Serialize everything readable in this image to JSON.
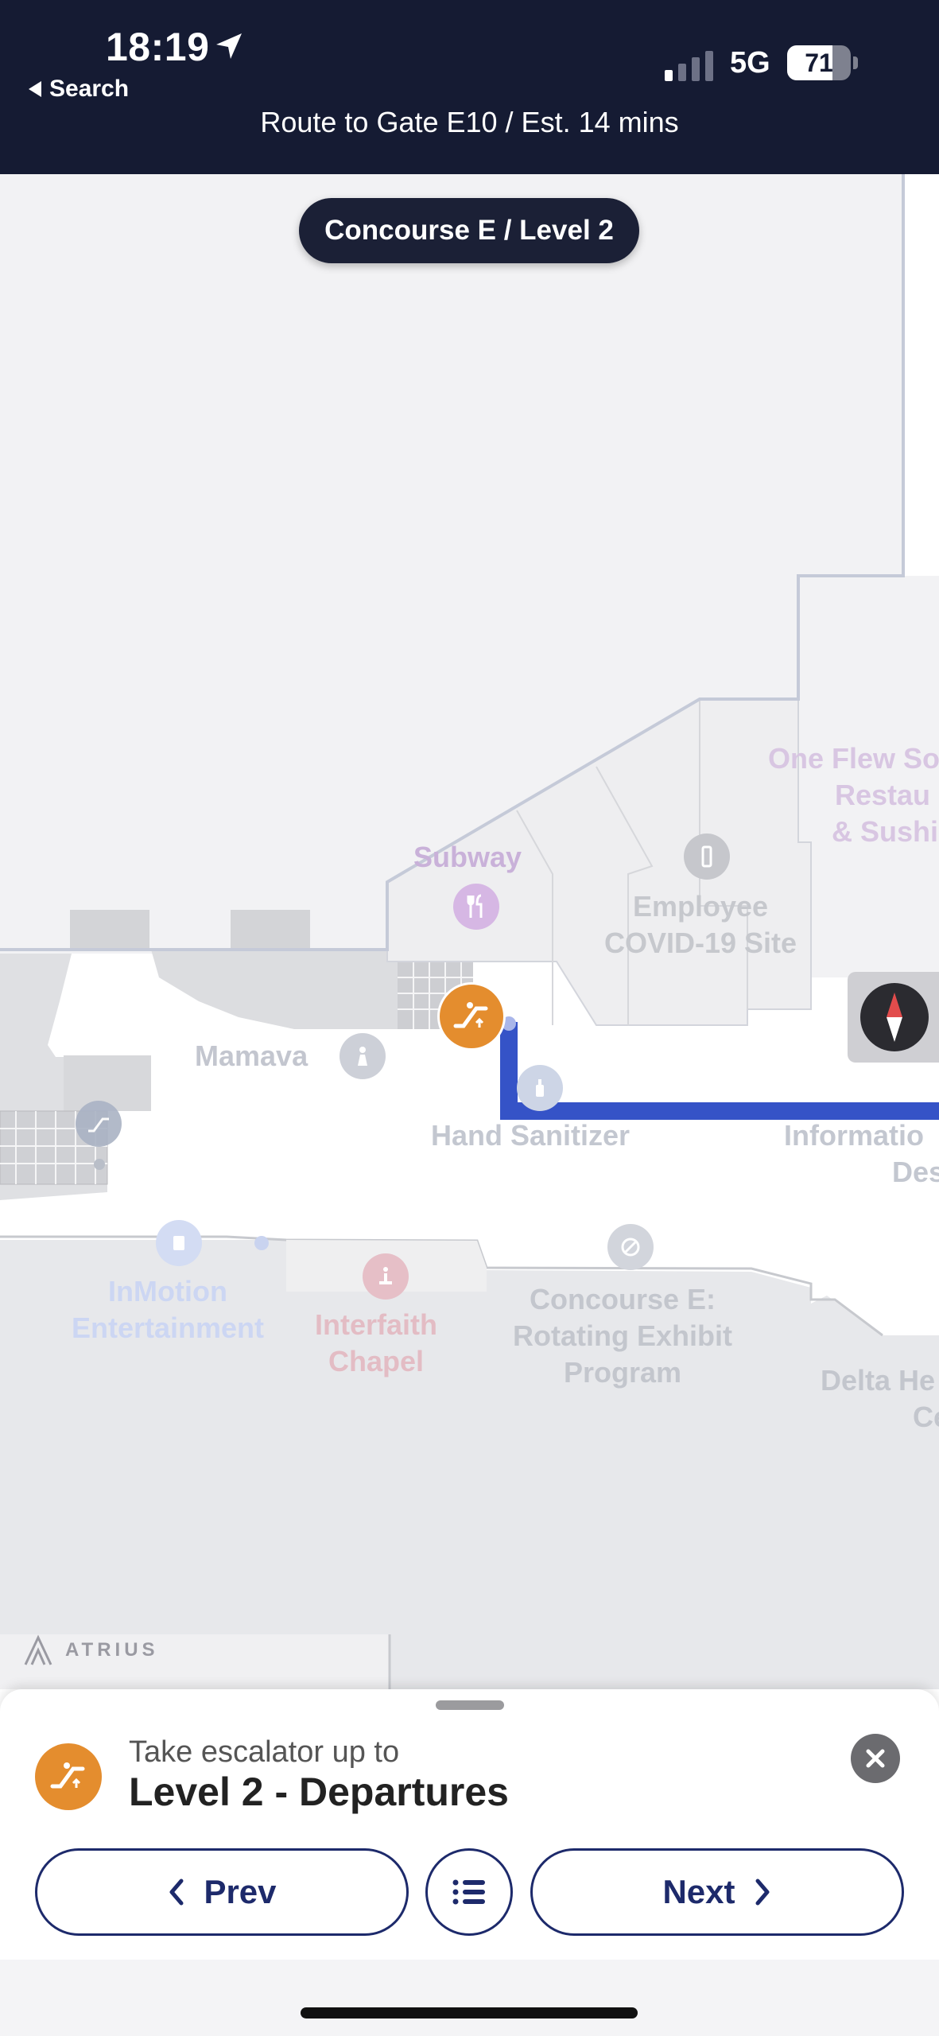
{
  "status_bar": {
    "time": "18:19",
    "back_label": "Search",
    "network": "5G",
    "battery": "71",
    "battery_level": 0.71
  },
  "header": {
    "route_title": "Route to Gate E10 / Est. 14 mins"
  },
  "map": {
    "level_label": "Concourse E / Level 2",
    "route_color": "#3553c7",
    "pois": {
      "subway": "Subway",
      "employee_covid": [
        "Employee",
        "COVID-19 Site"
      ],
      "one_flew": [
        "One Flew So",
        "Restau",
        "& Sushi"
      ],
      "mamava": "Mamava",
      "hand_sanitizer": "Hand Sanitizer",
      "information": [
        "Informatio",
        "Des"
      ],
      "inmotion": [
        "InMotion",
        "Entertainment"
      ],
      "interfaith": [
        "Interfaith",
        "Chapel"
      ],
      "rotating_exhibit": [
        "Concourse E:",
        "Rotating Exhibit",
        "Program"
      ],
      "delta": [
        "Delta He",
        "Cent"
      ]
    },
    "brand": "ATRIUS"
  },
  "sheet": {
    "instruction_sub": "Take escalator up to",
    "instruction_main": "Level 2 - Departures",
    "prev_label": "Prev",
    "next_label": "Next",
    "accent": "#e48d2e",
    "button_color": "#1d2a6b"
  }
}
